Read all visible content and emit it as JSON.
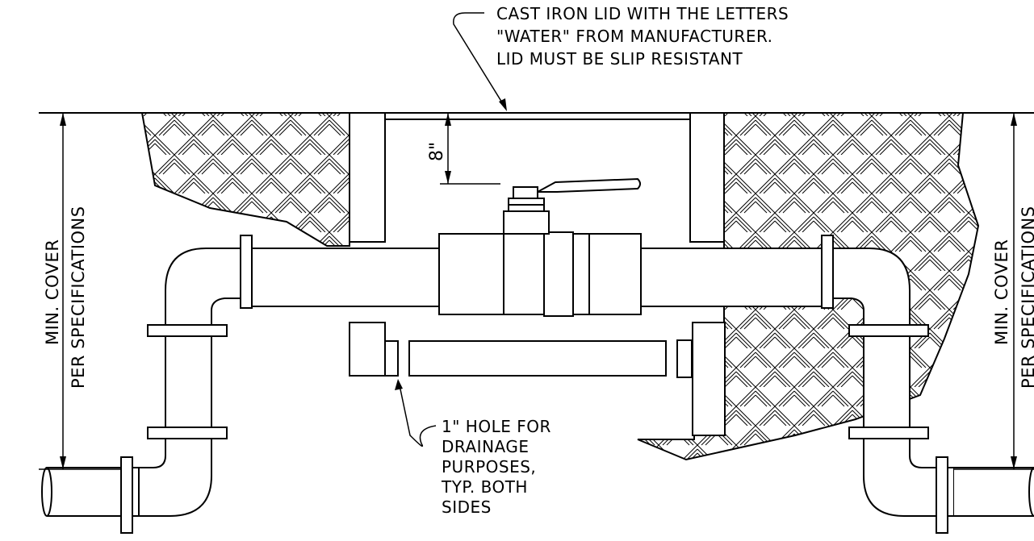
{
  "notes": {
    "lid": [
      "CAST IRON LID WITH THE LETTERS",
      "\"WATER\" FROM MANUFACTURER.",
      "LID MUST BE SLIP RESISTANT"
    ],
    "drain": [
      "1\" HOLE FOR",
      "DRAINAGE",
      "PURPOSES,",
      "TYP. BOTH",
      "SIDES"
    ]
  },
  "dimensions": {
    "depth_label": "8\""
  },
  "cover_labels": {
    "left": [
      "MIN. COVER",
      "PER SPECIFICATIONS"
    ],
    "right": [
      "MIN. COVER",
      "PER SPECIFICATIONS"
    ]
  }
}
